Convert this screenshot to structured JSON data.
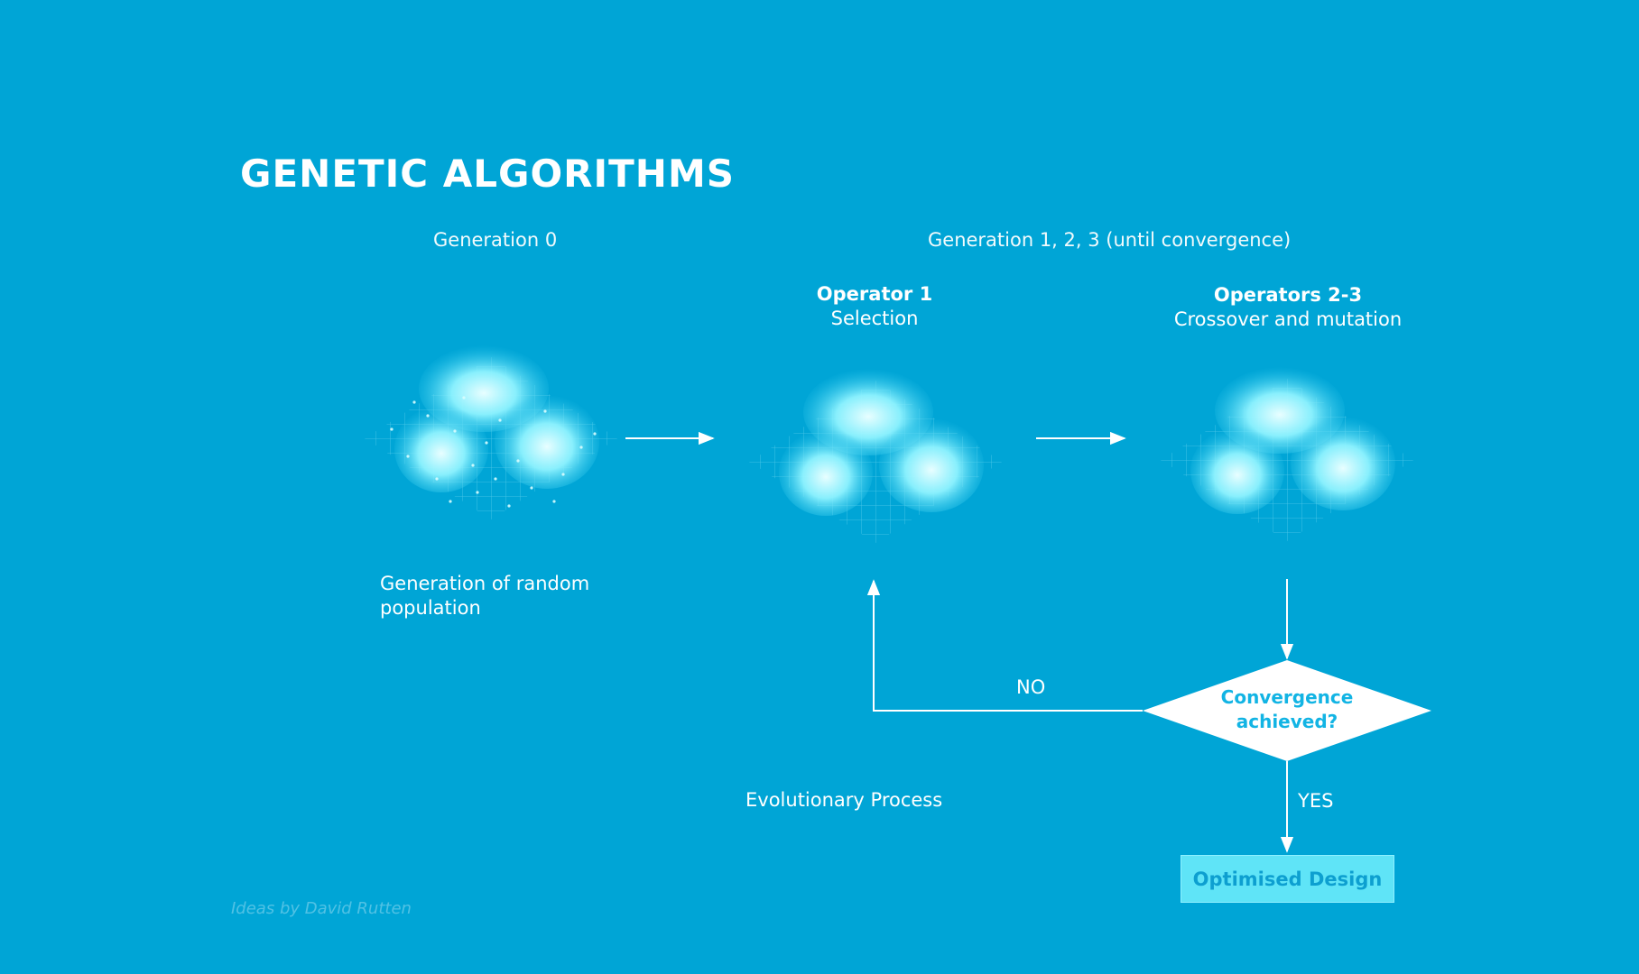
{
  "title": "GENETIC ALGORITHMS",
  "stages": {
    "gen0_header": "Generation 0",
    "gen_n_header": "Generation 1, 2, 3 (until convergence)"
  },
  "operators": [
    {
      "title": "Operator 1",
      "subtitle": "Selection"
    },
    {
      "title": "Operators 2-3",
      "subtitle": "Crossover and mutation"
    }
  ],
  "captions": {
    "random_population": [
      "Generation of random",
      "population"
    ],
    "evolutionary_process": "Evolutionary Process"
  },
  "decision": {
    "label_lines": [
      "Convergence",
      "achieved?"
    ],
    "no_label": "NO",
    "yes_label": "YES"
  },
  "result": "Optimised Design",
  "credit": "Ideas by David Rutten",
  "colors": {
    "background": "#00a5d6",
    "landscape_glow": "#7ff0ff",
    "result_box": "#5fe4f7",
    "decision_text": "#12b4e4"
  }
}
